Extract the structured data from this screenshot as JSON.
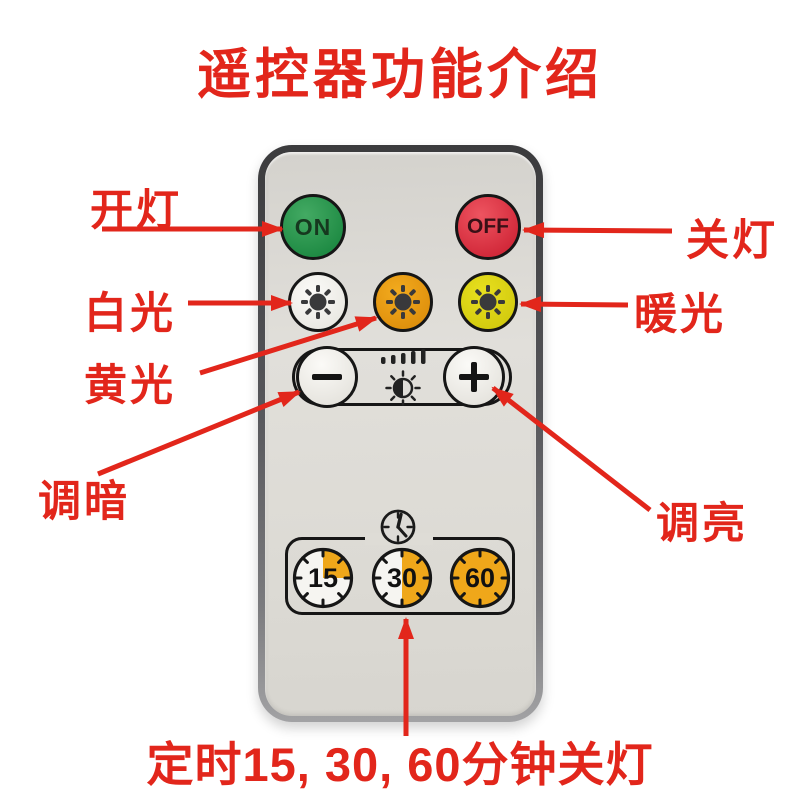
{
  "title": "遥控器功能介绍",
  "annotations": {
    "turn_on": "开灯",
    "white_light": "白光",
    "yellow_light": "黄光",
    "dim": "调暗",
    "turn_off": "关灯",
    "warm_light": "暖光",
    "brighten": "调亮",
    "timer_note": "定时15, 30, 60分钟关灯"
  },
  "remote": {
    "power_on_label": "ON",
    "power_off_label": "OFF",
    "timer_buttons": [
      {
        "label": "15",
        "fill": "quarter"
      },
      {
        "label": "30",
        "fill": "half"
      },
      {
        "label": "60",
        "fill": "full"
      }
    ]
  },
  "colors": {
    "annotation_red": "#e2261b",
    "on_green": "#2f9e50",
    "off_red": "#d82a3b",
    "white_button": "#f3f2ee",
    "orange_button": "#ea9c14",
    "yellow_button": "#ddd513",
    "timer_orange": "#efa71a",
    "remote_body": "#dcdad5",
    "remote_frame": "#4a4a4c"
  }
}
